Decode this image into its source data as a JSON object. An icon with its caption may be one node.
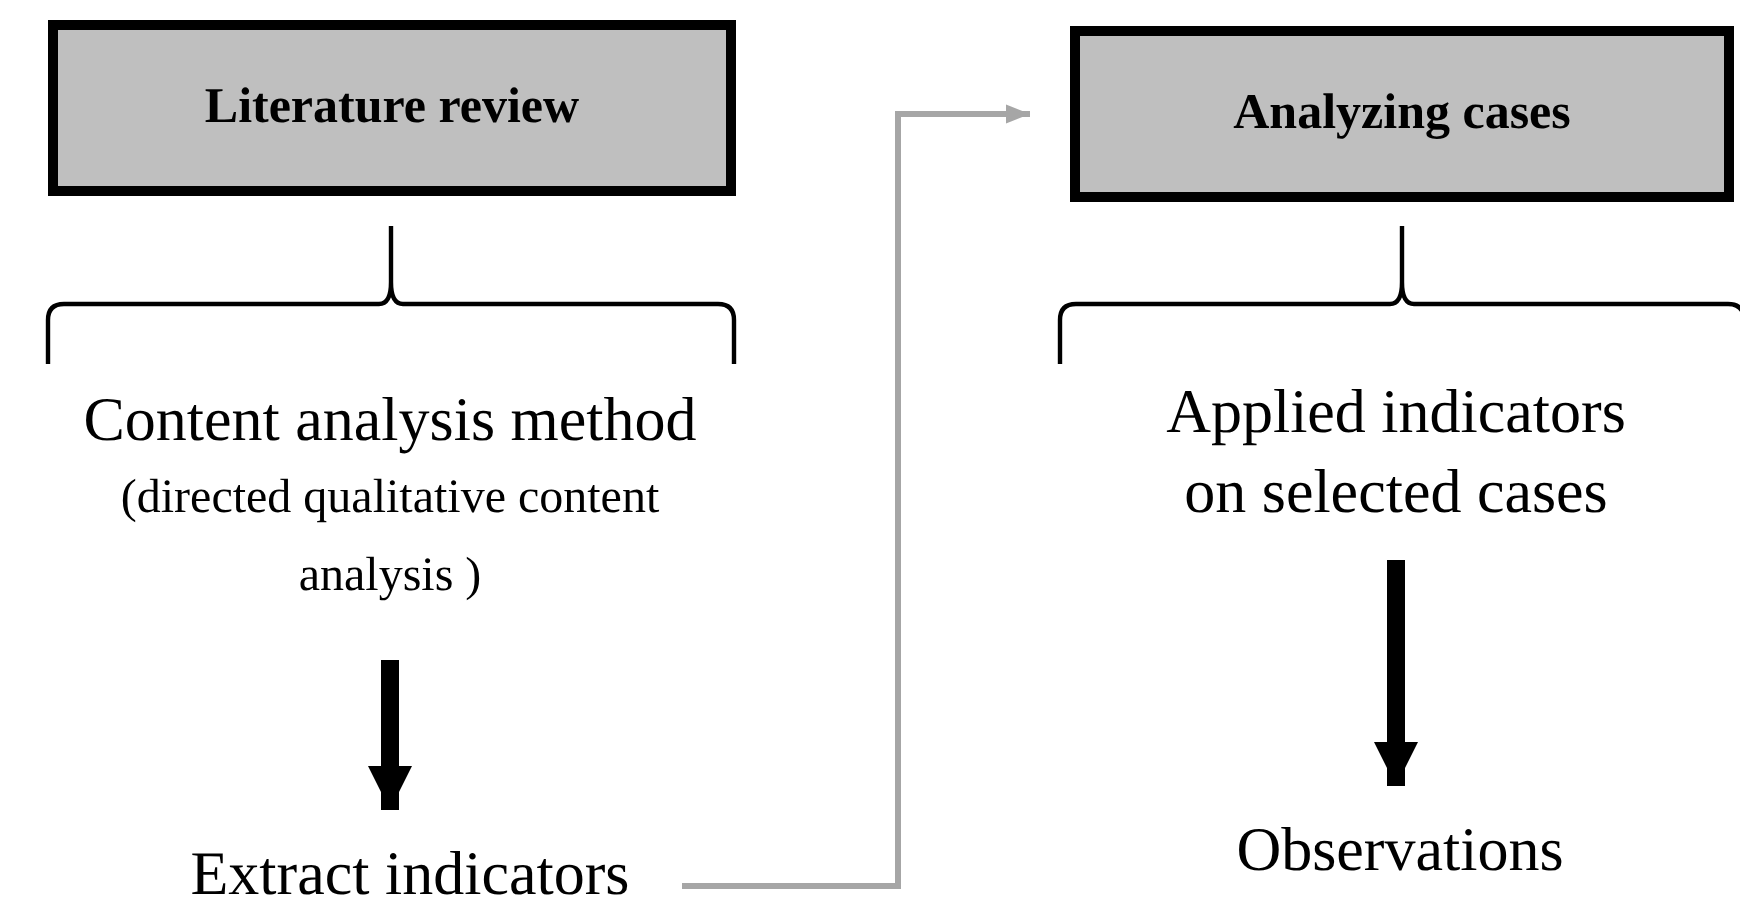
{
  "diagram": {
    "nodes": [
      {
        "text": [
          "Literature review"
        ]
      },
      {
        "text": [
          "Content analysis method",
          "(directed qualitative content analysis )"
        ]
      },
      {
        "text": [
          "Extract indicators"
        ]
      },
      {
        "text": [
          "Analyzing cases"
        ]
      },
      {
        "text": [
          "Applied indicators on selected cases"
        ]
      },
      {
        "text": [
          "Observations"
        ]
      }
    ],
    "edges": [
      {
        "from": 1,
        "to": 2,
        "arrow": "to"
      },
      {
        "from": 2,
        "to": 3,
        "arrow": "to",
        "color": "#a6a6a6"
      },
      {
        "from": 4,
        "to": 5,
        "arrow": "to"
      }
    ]
  }
}
